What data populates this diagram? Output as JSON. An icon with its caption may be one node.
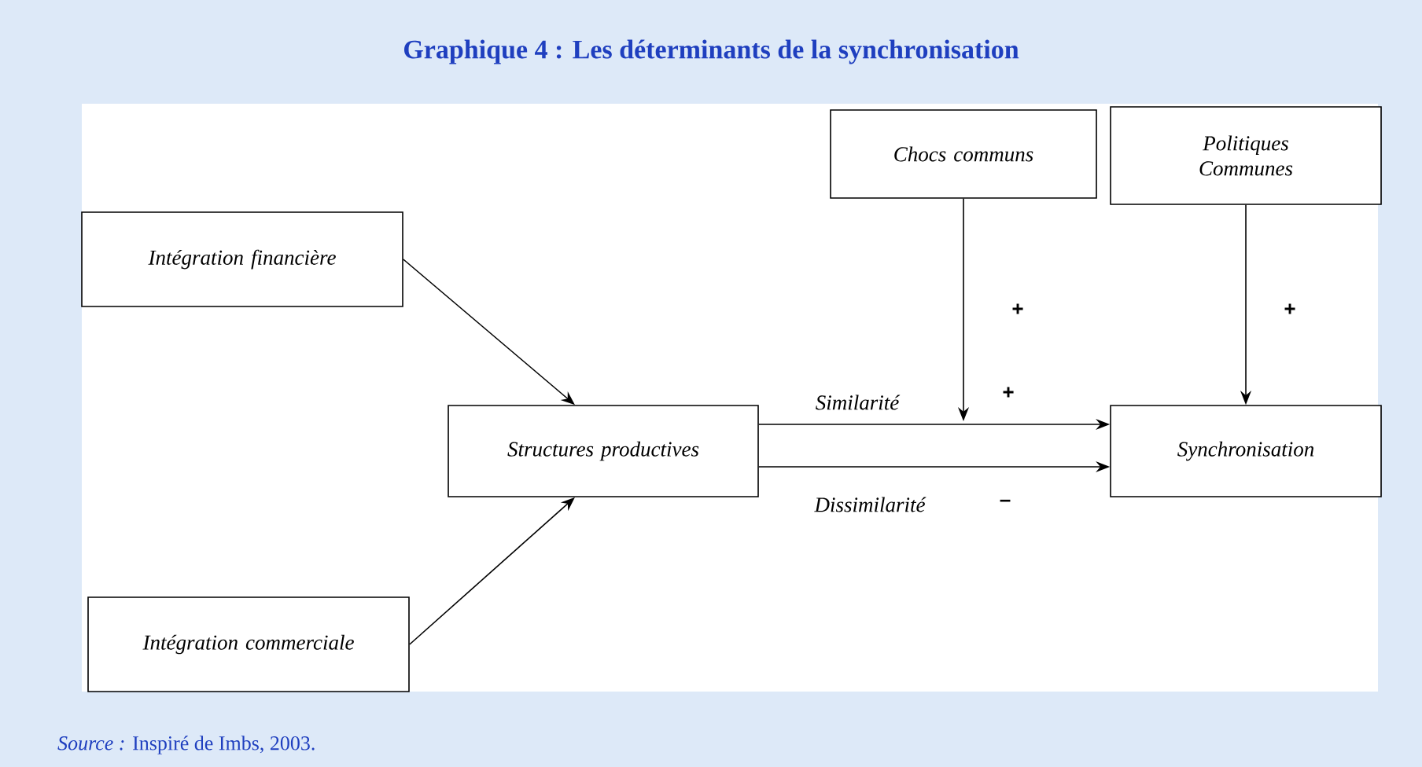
{
  "diagram": {
    "title": "Graphique 4 : Les déterminants de la synchronisation",
    "caption": "*Source :* Inspiré de Imbs, 2003.",
    "nodes": [
      {
        "text": [
          "Chocs communs"
        ]
      },
      {
        "text": [
          "Politiques Communes"
        ]
      },
      {
        "text": [
          "Intégration financière"
        ]
      },
      {
        "text": [
          "Structures productives"
        ]
      },
      {
        "text": [
          "Synchronisation"
        ]
      },
      {
        "text": [
          "Intégration commerciale"
        ]
      }
    ],
    "edges": [
      {
        "from": 2,
        "to": 3,
        "arrow": "to"
      },
      {
        "from": 5,
        "to": 3,
        "arrow": "to"
      },
      {
        "from": 3,
        "to": 4,
        "arrow": "to",
        "label": "Similarité"
      },
      {
        "from": 3,
        "to": 4,
        "arrow": "to",
        "label": "Dissimilarité"
      },
      {
        "from": 0,
        "to": null,
        "arrow": "to"
      },
      {
        "from": 1,
        "to": 4,
        "arrow": "to"
      }
    ],
    "labels": [
      "+",
      "+",
      "+",
      "–"
    ]
  }
}
